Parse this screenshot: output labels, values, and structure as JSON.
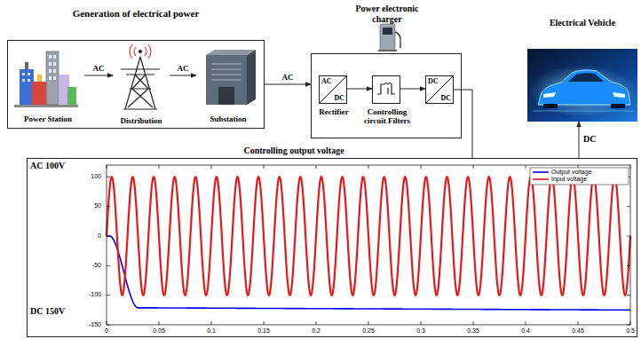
{
  "diagram": {
    "nodes": [
      {
        "text": [
          "Generation of electrical power"
        ]
      },
      {
        "text": [
          "Power Station"
        ],
        "in": 0
      },
      {
        "text": [
          "Distribution"
        ],
        "in": 0
      },
      {
        "text": [
          "Substation"
        ],
        "in": 0
      },
      {
        "text": [
          "Power electronic charger"
        ]
      },
      {
        "text": [
          "AC",
          "DC",
          "Rectifier"
        ],
        "in": 4
      },
      {
        "text": [
          "Controlling circuit Filters"
        ],
        "in": 4
      },
      {
        "text": [
          "DC",
          "DC"
        ],
        "in": 4
      },
      {
        "text": [
          "Electrical Vehicle"
        ]
      },
      {
        "text": [
          "Controlling output voltage"
        ]
      }
    ],
    "edges": [
      {
        "from": 1,
        "to": 2,
        "label": "AC",
        "arrow": "to"
      },
      {
        "from": 2,
        "to": 3,
        "label": "AC",
        "arrow": "to"
      },
      {
        "from": 0,
        "to": 4,
        "label": "AC",
        "arrow": "to"
      },
      {
        "from": 5,
        "to": 6,
        "arrow": "to"
      },
      {
        "from": 6,
        "to": 7,
        "arrow": "to"
      },
      {
        "from": 7,
        "to": 9,
        "arrow": "none"
      },
      {
        "from": 9,
        "to": 8,
        "label": "DC",
        "arrow": "to"
      }
    ],
    "labels": [
      "AC 100V",
      "DC 150V",
      "100",
      "50",
      "0",
      "-50",
      "-100",
      "-150",
      "0",
      "0.05",
      "0.1",
      "0.15",
      "0.2",
      "0.25",
      "0.3",
      "0.35",
      "0.4",
      "0.45",
      "0.5"
    ],
    "legend": [
      {
        "text": "Output voltage"
      },
      {
        "text": "Input voltage"
      }
    ]
  }
}
